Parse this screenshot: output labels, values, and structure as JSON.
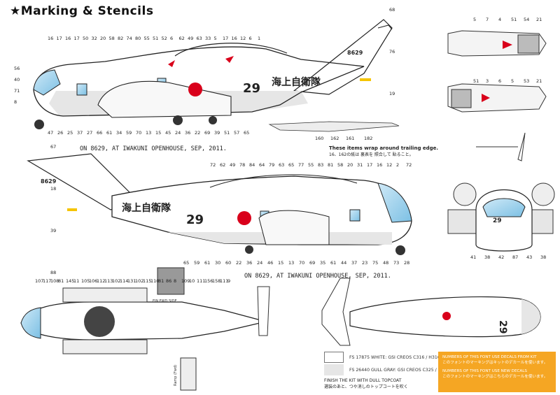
{
  "title": "★Marking & Stencils",
  "captions": {
    "left_side": "ON 8629, AT IWAKUNI OPENHOUSE, SEP, 2011.",
    "right_side": "ON 8629, AT IWAKUNI OPENHOUSE, SEP, 2011."
  },
  "blade_note": {
    "line1": "These items wrap around trailing edge.",
    "line2": "16、162の紙は 裏表を 照合して 貼ること。"
  },
  "blade_labels": [
    "160",
    "162",
    "161",
    "182"
  ],
  "fuselage_text": {
    "jmsdf": "海上自衛隊",
    "code": "29",
    "serial": "8629"
  },
  "ramp_label": "Ramp (Fwd)",
  "fuse_box_label": "FIN FWD SIDE",
  "legend": [
    {
      "color": "#ffffff",
      "text": "FS 17875 WHITE: GSI CREOS C316 / H316"
    },
    {
      "color": "#e6e6e6",
      "text": "FS 26440 GULL GRAY: GSI CREOS C325 / H325"
    }
  ],
  "finish_note": {
    "line1": "FINISH THE KIT WITH DULL TOPCOAT",
    "line2": "選装のあと、つや消しのトップコートを吹く"
  },
  "info": {
    "line1": "NUMBERS OF THIS FONT USE DECALS FROM KIT",
    "line2": "このフォントのマーキングはキットのデカールを使います。",
    "line3": "NUMBERS OF THIS FONT USE NEW DECALS",
    "line4": "このフォントのマーキングはこちらのデカールを使います。"
  },
  "callouts": {
    "left_top": [
      "16",
      "17",
      "16",
      "17",
      "50",
      "32",
      "20",
      "58",
      "82",
      "74",
      "80",
      "55",
      "51",
      "52",
      "6",
      "62",
      "49",
      "63",
      "33",
      "5",
      "17",
      "16",
      "12",
      "6",
      "1"
    ],
    "left_bottom": [
      "47",
      "26",
      "25",
      "37",
      "27",
      "66",
      "61",
      "34",
      "59",
      "70",
      "13",
      "15",
      "45",
      "24",
      "36",
      "22",
      "69",
      "39",
      "51",
      "57",
      "65"
    ],
    "left_left": [
      "56",
      "40",
      "71",
      "8"
    ],
    "left_tail": [
      "68",
      "76",
      "19"
    ],
    "right_top": [
      "72",
      "62",
      "49",
      "78",
      "84",
      "64",
      "79",
      "63",
      "65",
      "77",
      "55",
      "83",
      "81",
      "58",
      "20",
      "31",
      "17",
      "16",
      "12",
      "2",
      "72"
    ],
    "right_bottom": [
      "65",
      "59",
      "61",
      "30",
      "60",
      "22",
      "36",
      "24",
      "46",
      "15",
      "13",
      "70",
      "69",
      "35",
      "61",
      "44",
      "37",
      "23",
      "75",
      "48",
      "73",
      "28"
    ],
    "right_tail": [
      "67",
      "18",
      "39",
      "88"
    ],
    "front": [
      "41",
      "38",
      "42",
      "87",
      "43",
      "38"
    ],
    "engine_top": [
      "5",
      "7",
      "4",
      "51",
      "54",
      "21"
    ],
    "engine_bottom": [
      "51",
      "3",
      "6",
      "5",
      "53",
      "21"
    ],
    "top_view": [
      "107",
      "117",
      "108",
      "81",
      "145",
      "11",
      "105",
      "106",
      "112",
      "113",
      "102",
      "114",
      "131",
      "102",
      "115",
      "110",
      "81",
      "86",
      "8",
      "109",
      "10",
      "111",
      "156",
      "158",
      "111",
      "9"
    ]
  }
}
